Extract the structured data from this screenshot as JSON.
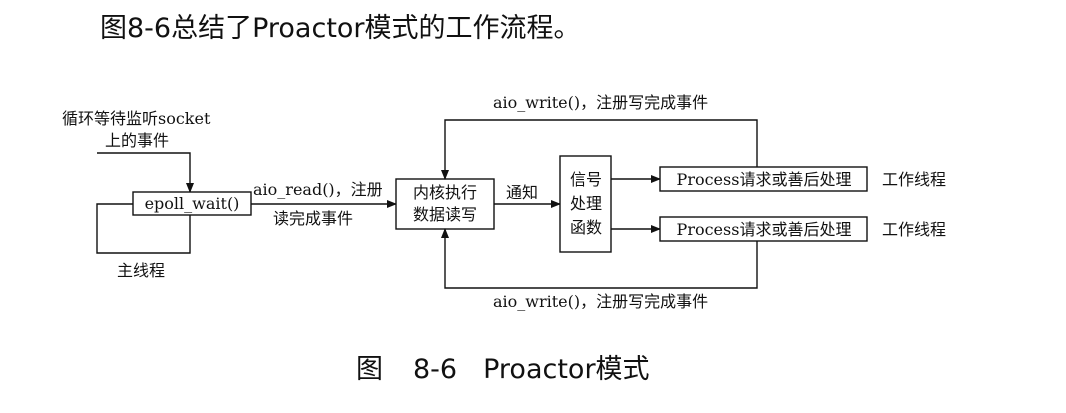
{
  "heading": "图8-6总结了Proactor模式的工作流程。",
  "caption": {
    "figure": "图",
    "number": "8-6",
    "title": "Proactor模式"
  },
  "diagram": {
    "loop_label_line1": "循环等待监听socket",
    "loop_label_line2": "上的事件",
    "main_thread_label": "主线程",
    "epoll_box": "epoll_wait()",
    "aio_read_line1": "aio_read()，注册",
    "aio_read_line2": "读完成事件",
    "kernel_box_line1": "内核执行",
    "kernel_box_line2": "数据读写",
    "notify_label": "通知",
    "signal_box_line1": "信号",
    "signal_box_line2": "处理",
    "signal_box_line3": "函数",
    "process_box_1": "Process请求或善后处理",
    "process_box_2": "Process请求或善后处理",
    "worker_label_1": "工作线程",
    "worker_label_2": "工作线程",
    "aio_write_top": "aio_write()，注册写完成事件",
    "aio_write_bottom": "aio_write()，注册写完成事件"
  }
}
